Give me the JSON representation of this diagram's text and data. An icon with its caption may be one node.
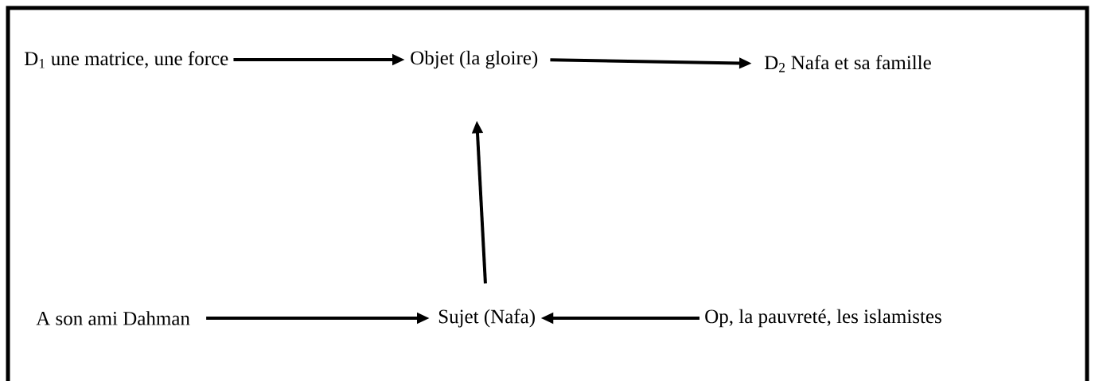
{
  "diagram": {
    "nodes": [
      {
        "text": [
          "D$_{1}$ une matrice, une force"
        ]
      },
      {
        "text": [
          "Objet (la gloire)"
        ]
      },
      {
        "text": [
          "D$_{2}$ Nafa et sa famille"
        ]
      },
      {
        "text": [
          "A son ami Dahman"
        ]
      },
      {
        "text": [
          "Sujet (Nafa)"
        ]
      },
      {
        "text": [
          "Op, la pauvreté, les islamistes"
        ]
      }
    ],
    "edges": [
      {
        "from": 0,
        "to": 1,
        "arrow": "to"
      },
      {
        "from": 1,
        "to": 2,
        "arrow": "to"
      },
      {
        "from": 4,
        "to": 1,
        "arrow": "to"
      },
      {
        "from": 3,
        "to": 4,
        "arrow": "to"
      },
      {
        "from": 5,
        "to": 4,
        "arrow": "to"
      }
    ]
  }
}
